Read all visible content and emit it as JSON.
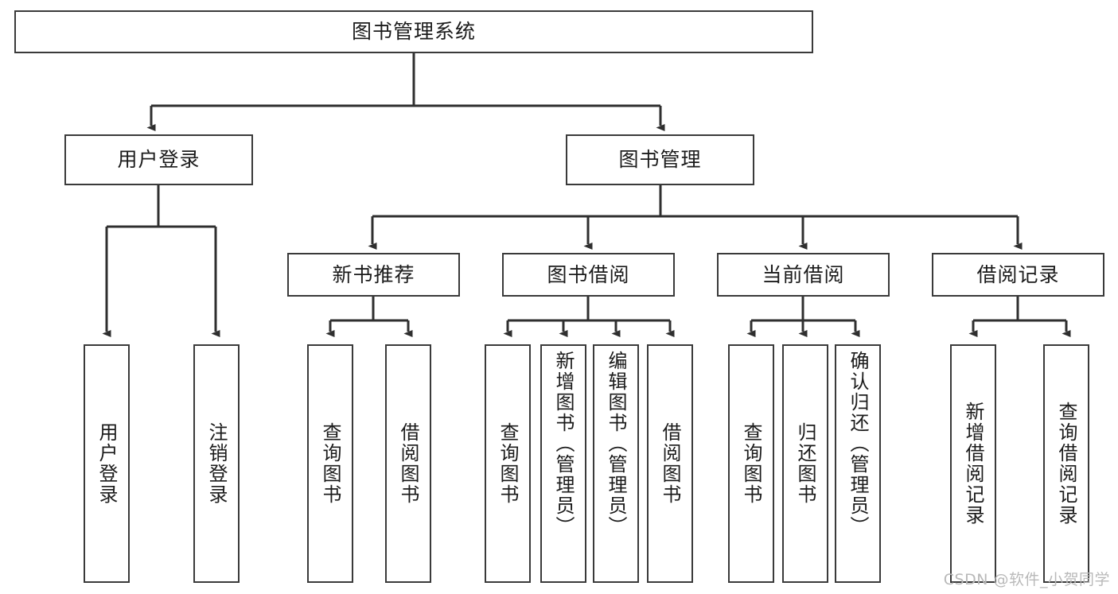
{
  "diagram": {
    "type": "tree",
    "title": "图书管理系统",
    "root": {
      "id": "root",
      "label": "图书管理系统"
    },
    "level2": [
      {
        "id": "user-login",
        "label": "用户登录"
      },
      {
        "id": "book-admin",
        "label": "图书管理"
      }
    ],
    "level3": [
      {
        "id": "new-book-rec",
        "label": "新书推荐"
      },
      {
        "id": "book-borrow",
        "label": "图书借阅"
      },
      {
        "id": "current-borrow",
        "label": "当前借阅"
      },
      {
        "id": "borrow-record",
        "label": "借阅记录"
      }
    ],
    "leaves": [
      {
        "id": "leaf-user-login",
        "label": "用户登录",
        "parent": "user-login"
      },
      {
        "id": "leaf-logout",
        "label": "注销登录",
        "parent": "user-login"
      },
      {
        "id": "leaf-query-book-1",
        "label": "查询图书",
        "parent": "new-book-rec"
      },
      {
        "id": "leaf-borrow-book-1",
        "label": "借阅图书",
        "parent": "new-book-rec"
      },
      {
        "id": "leaf-query-book-2",
        "label": "查询图书",
        "parent": "book-borrow"
      },
      {
        "id": "leaf-add-book",
        "label": "新增图书（管理员）",
        "parent": "book-borrow"
      },
      {
        "id": "leaf-edit-book",
        "label": "编辑图书（管理员）",
        "parent": "book-borrow"
      },
      {
        "id": "leaf-borrow-book-2",
        "label": "借阅图书",
        "parent": "book-borrow"
      },
      {
        "id": "leaf-query-book-3",
        "label": "查询图书",
        "parent": "current-borrow"
      },
      {
        "id": "leaf-return-book",
        "label": "归还图书",
        "parent": "current-borrow"
      },
      {
        "id": "leaf-confirm-return",
        "label": "确认归还（管理员）",
        "parent": "current-borrow"
      },
      {
        "id": "leaf-add-record",
        "label": "新增借阅记录",
        "parent": "borrow-record"
      },
      {
        "id": "leaf-query-record",
        "label": "查询借阅记录",
        "parent": "borrow-record"
      }
    ],
    "colors": {
      "border": "#3a3a3a",
      "background": "#ffffff",
      "text": "#1b1b1b",
      "connector": "#2f2f2f",
      "watermark": "#b9b9b9"
    }
  },
  "watermark": {
    "text": "CSDN @软件_小贺同学"
  }
}
